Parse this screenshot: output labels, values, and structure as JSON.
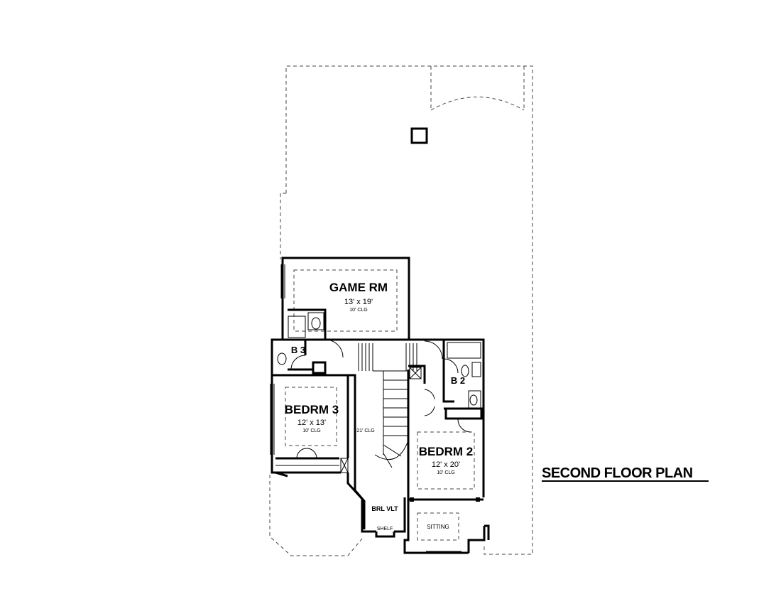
{
  "plan": {
    "title": "SECOND FLOOR PLAN",
    "rooms": {
      "game_rm": {
        "name": "GAME RM",
        "size": "13' x 19'",
        "ceiling": "10' CLG"
      },
      "b3": {
        "name": "B 3"
      },
      "bedrm3": {
        "name": "BEDRM 3",
        "size": "12' x 13'",
        "ceiling": "10' CLG"
      },
      "stair": {
        "ceiling": "21' CLG"
      },
      "b2": {
        "name": "B 2"
      },
      "bedrm2": {
        "name": "BEDRM 2",
        "size": "12' x 20'",
        "ceiling": "10' CLG"
      },
      "brl_vlt": {
        "name": "BRL VLT"
      },
      "shelf": {
        "name": "SHELF"
      },
      "sitting": {
        "name": "SITTING"
      }
    }
  }
}
